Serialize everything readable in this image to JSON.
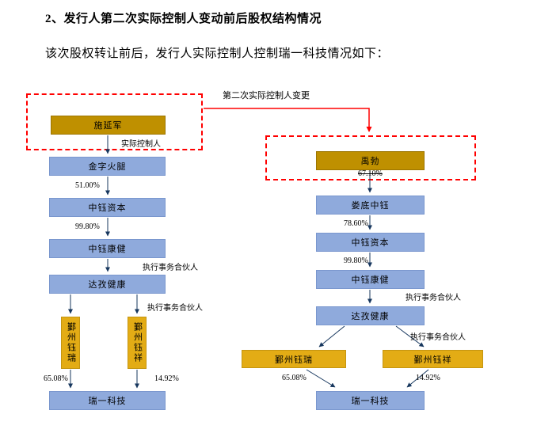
{
  "doc": {
    "heading": "2、发行人第二次实际控制人变动前后股权结构情况",
    "intro": "该次股权转让前后，发行人实际控制人控制瑞一科技情况如下：",
    "change_label": "第二次实际控制人变更"
  },
  "colors": {
    "node_blue": "#8FAADC",
    "controller_gold": "#BF9000",
    "partner_gold": "#E3AC15",
    "highlight_red": "#FF0000",
    "connector_dark": "#17375E"
  },
  "before": {
    "controller": "施延军",
    "controller_note": "实际控制人",
    "chain": [
      "金字火腿",
      "中钰资本",
      "中钰康健",
      "达孜健康"
    ],
    "pct_1": "51.00%",
    "pct_2": "99.80%",
    "gp_note_1": "执行事务合伙人",
    "gp_note_2": "执行事务合伙人",
    "lp_left": "鄞州钰瑞",
    "lp_right": "鄞州钰祥",
    "pct_lp_left": "65.08%",
    "pct_lp_right": "14.92%",
    "target": "瑞一科技"
  },
  "after": {
    "controller": "禹勃",
    "pct_controller": "67.10%",
    "chain": [
      "娄底中钰",
      "中钰资本",
      "中钰康健",
      "达孜健康"
    ],
    "pct_1": "78.60%",
    "pct_2": "99.80%",
    "gp_note_1": "执行事务合伙人",
    "gp_note_2": "执行事务合伙人",
    "lp_left": "鄞州钰瑞",
    "lp_right": "鄞州钰祥",
    "pct_lp_left": "65.08%",
    "pct_lp_right": "14.92%",
    "target": "瑞一科技"
  }
}
